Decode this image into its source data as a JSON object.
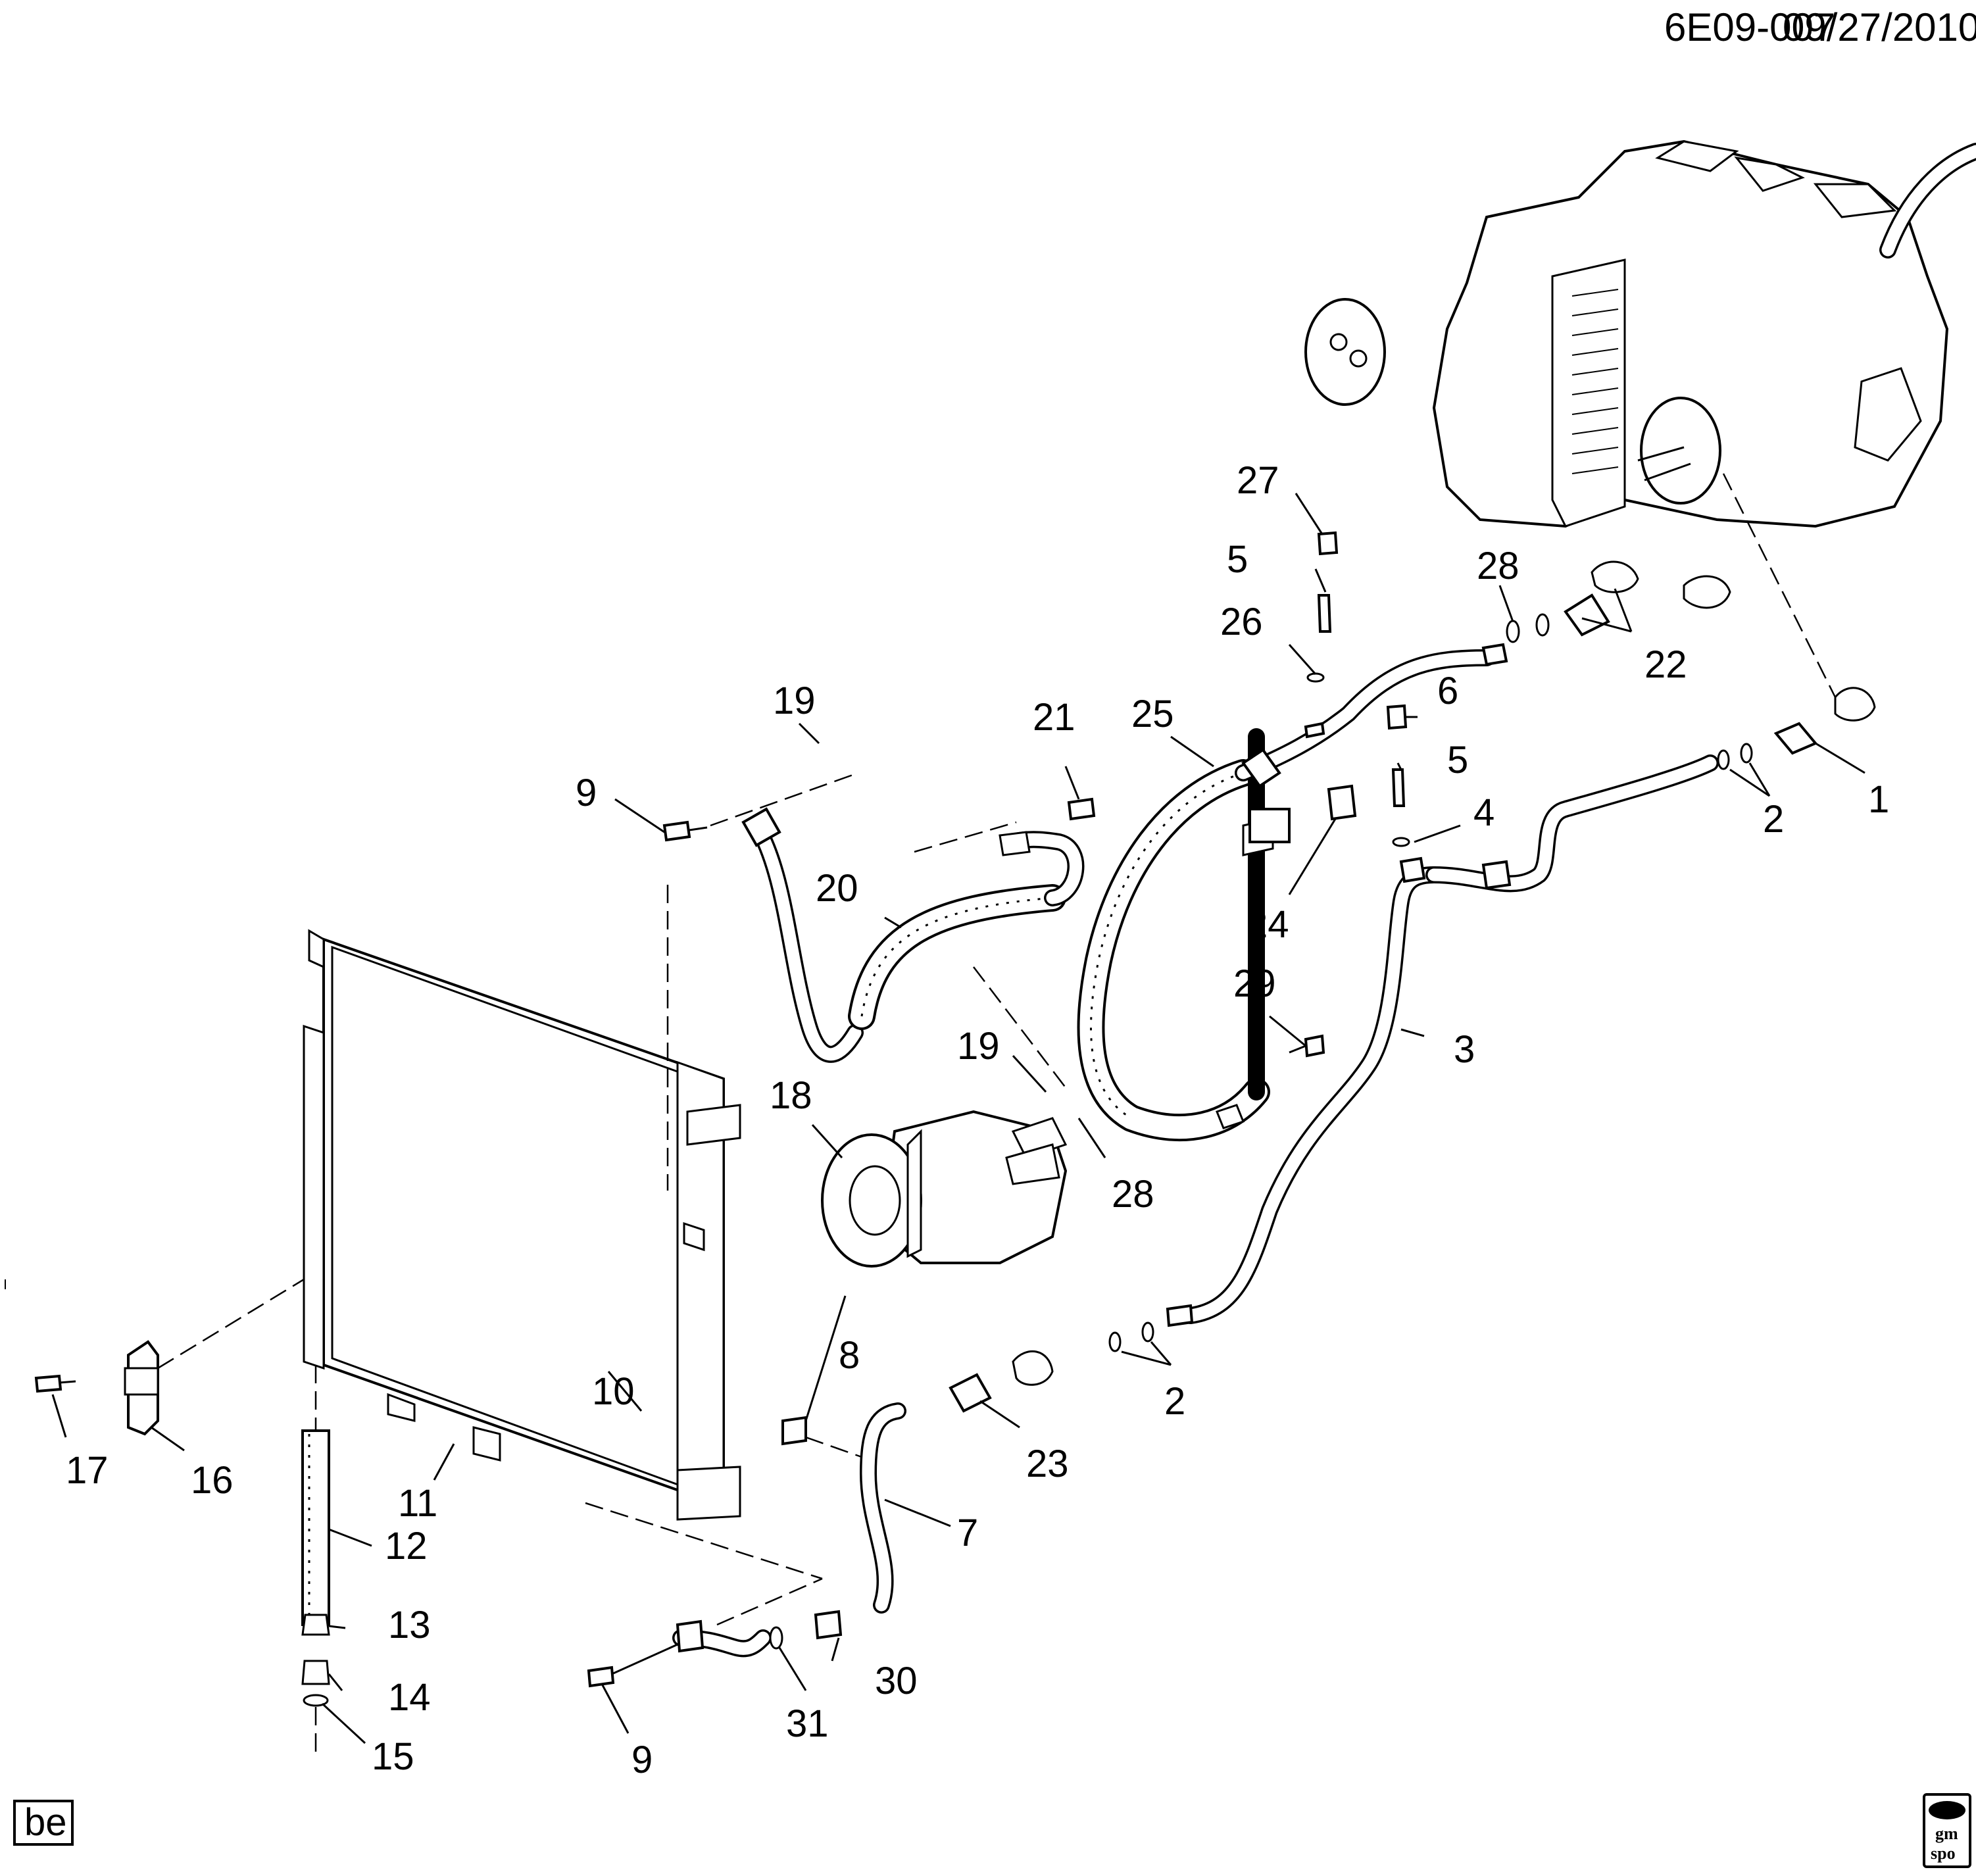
{
  "header": {
    "drawing_id": "6E09-007",
    "date": "09/27/2010"
  },
  "callouts": {
    "c1": "1",
    "c2a": "2",
    "c2b": "2",
    "c3": "3",
    "c4": "4",
    "c5a": "5",
    "c5b": "5",
    "c6": "6",
    "c7": "7",
    "c8": "8",
    "c9a": "9",
    "c9b": "9",
    "c10": "10",
    "c11": "11",
    "c12": "12",
    "c13": "13",
    "c14": "14",
    "c15": "15",
    "c16": "16",
    "c17": "17",
    "c18": "18",
    "c19a": "19",
    "c19b": "19",
    "c20": "20",
    "c21": "21",
    "c22": "22",
    "c23": "23",
    "c24": "24",
    "c25": "25",
    "c26": "26",
    "c27": "27",
    "c28a": "28",
    "c28b": "28",
    "c29": "29",
    "c30": "30",
    "c31": "31"
  },
  "footer": {
    "tag": "be",
    "logo_line1": "gm",
    "logo_line2": "spo"
  }
}
